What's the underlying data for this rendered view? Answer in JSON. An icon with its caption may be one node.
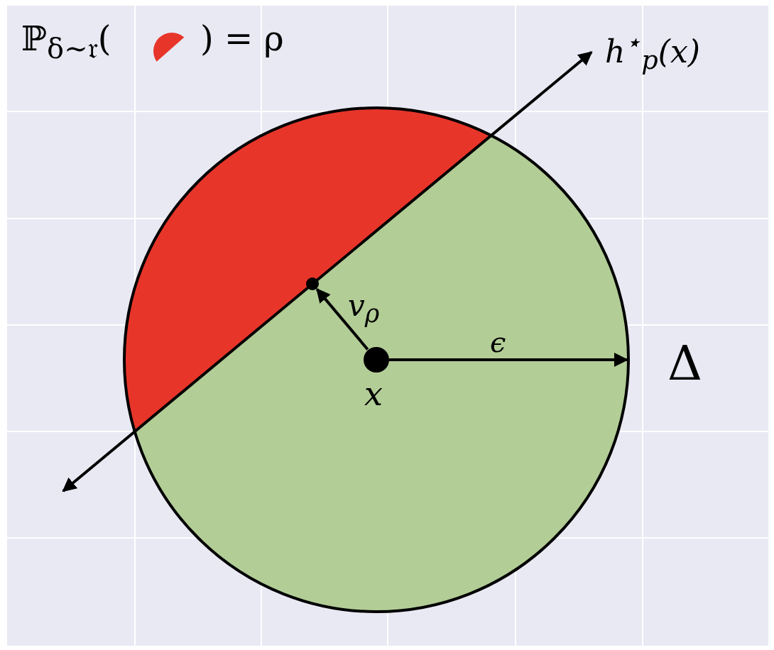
{
  "diagram": {
    "nodes": [
      {
        "text": [],
        "shape": "circle",
        "beside": [
          "x"
        ]
      },
      {
        "text": [],
        "shape": "circle"
      }
    ],
    "edges": [
      {
        "from": 0,
        "to": 1,
        "arrow": "to",
        "label": "v$_{ρ}$"
      }
    ],
    "labels": [
      "ℙ$_{δ∼𝔯}$(",
      ") = ρ",
      "h$^{⋆}$$_{p}$(x)",
      "ϵ",
      "Δ"
    ]
  }
}
